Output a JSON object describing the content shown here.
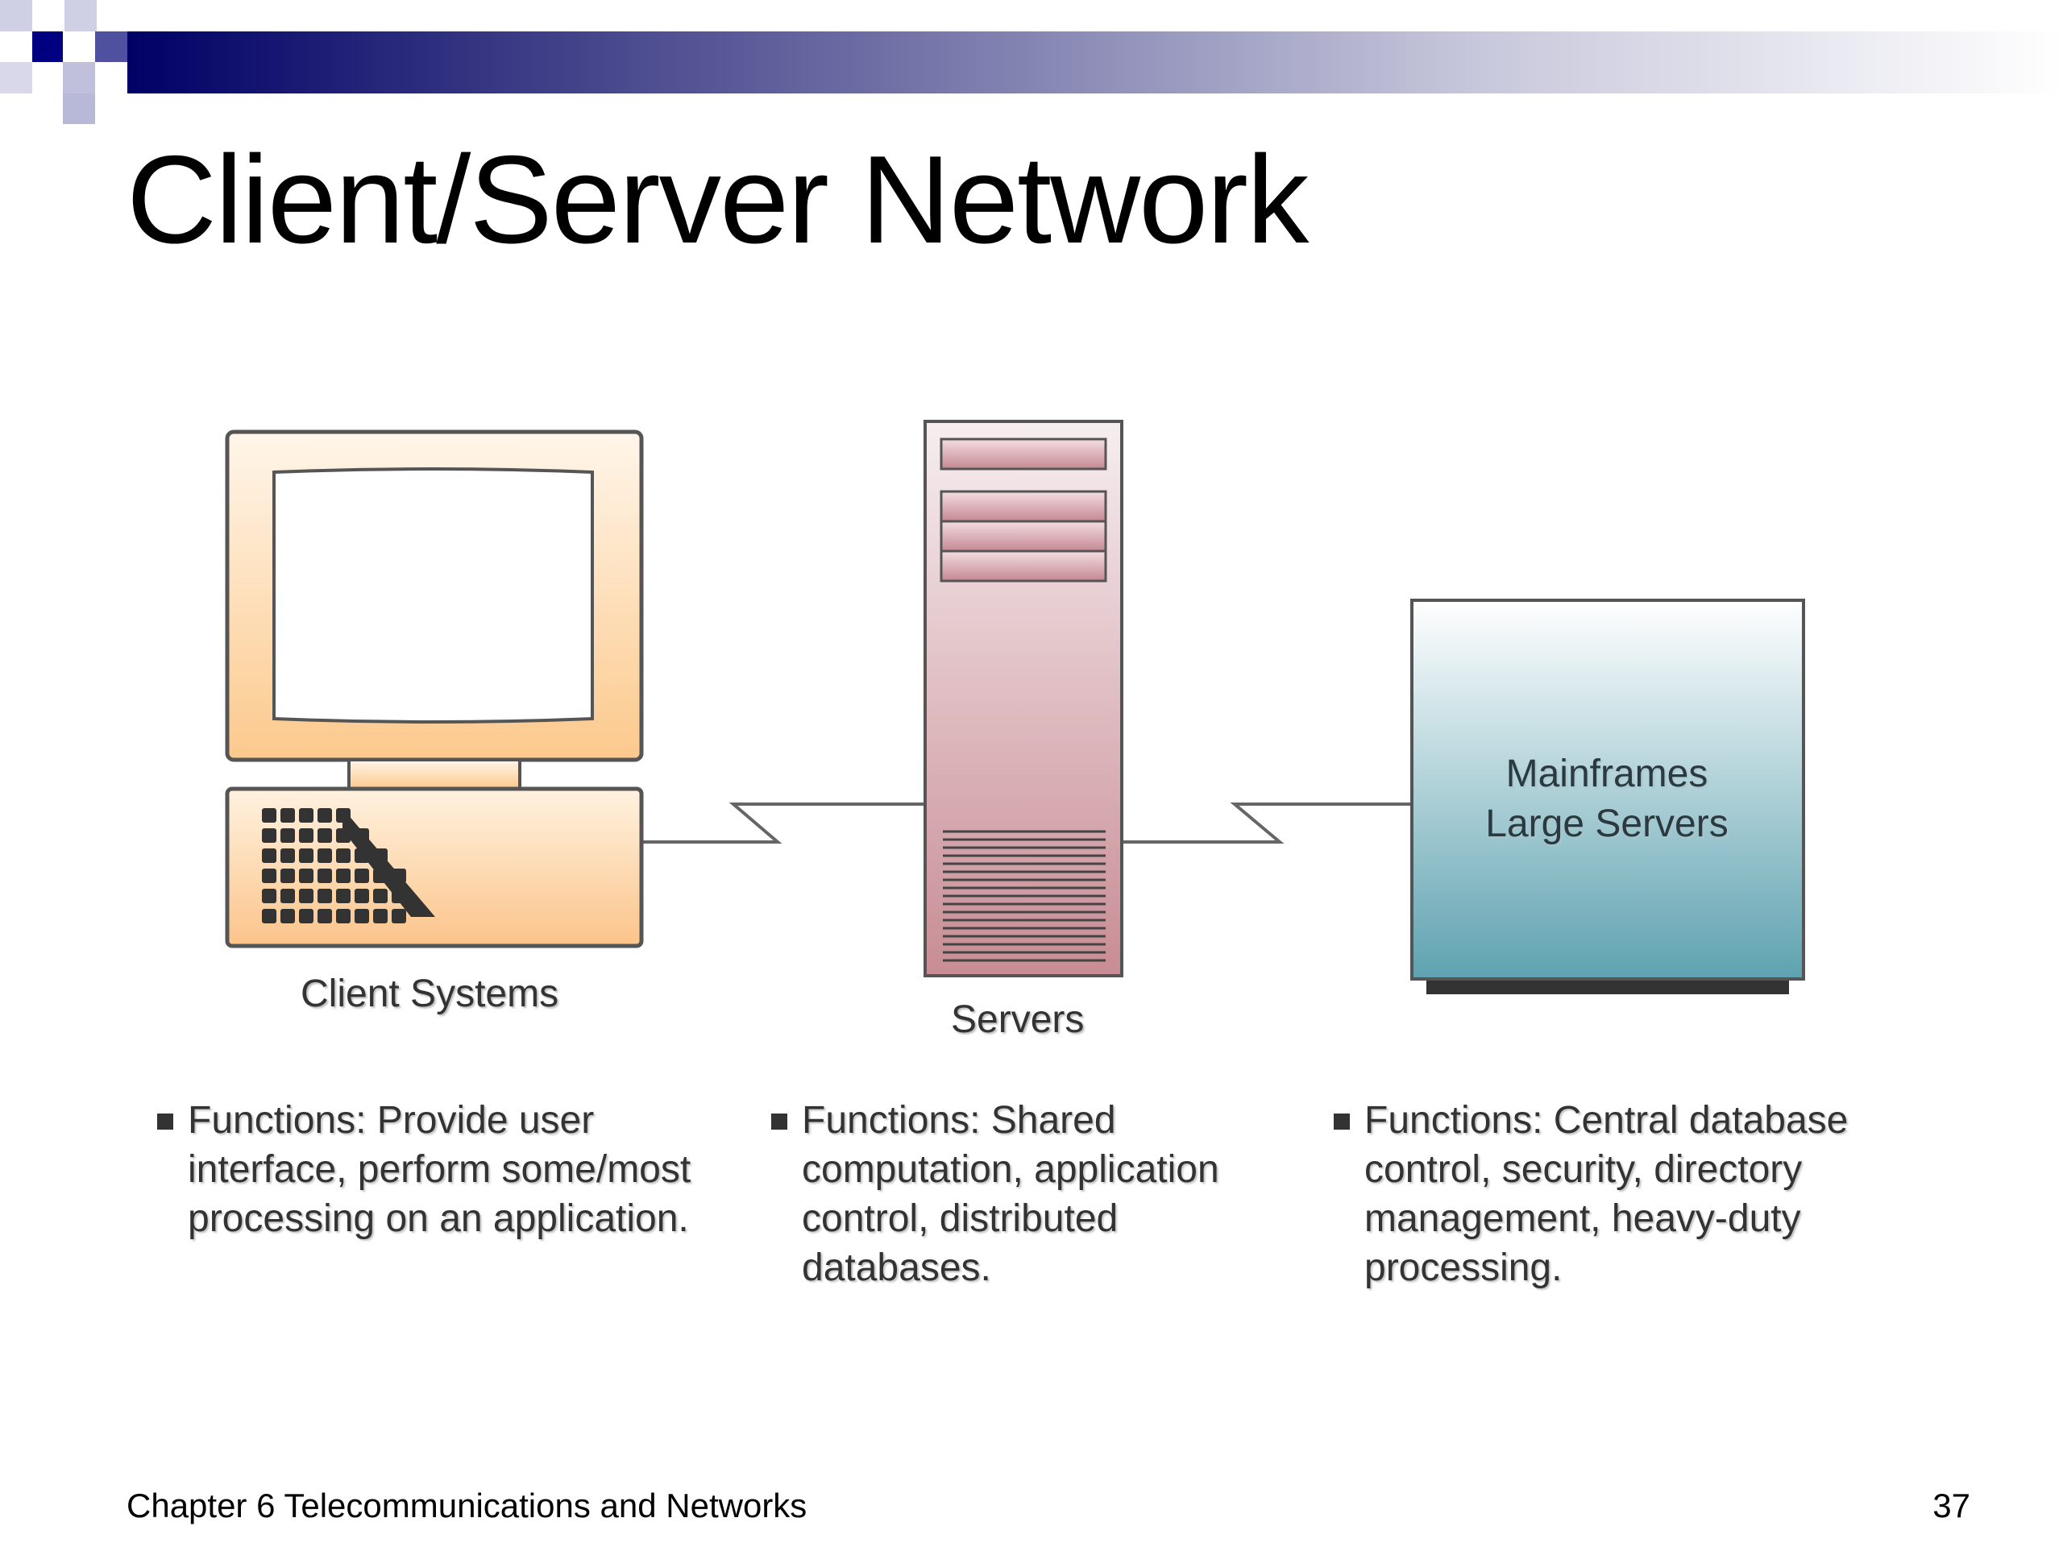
{
  "slide": {
    "title": "Client/Server Network",
    "footer_text": "Chapter 6 Telecommunications and Networks",
    "page_number": "37"
  },
  "diagram": {
    "nodes": {
      "client_label": "Client Systems",
      "server_label": "Servers",
      "mainframe_line1": "Mainframes",
      "mainframe_line2": "Large Servers"
    },
    "functions": [
      {
        "lines": [
          "Functions: Provide user",
          "interface, perform some/most",
          "processing on an application."
        ]
      },
      {
        "lines": [
          "Functions: Shared",
          "computation, application",
          "control, distributed",
          "databases."
        ]
      },
      {
        "lines": [
          "Functions: Central database",
          "control, security, directory",
          "management, heavy-duty",
          "processing."
        ]
      }
    ]
  },
  "colors": {
    "header_navy": "#000066",
    "client_orange": "#fcc98c",
    "server_rose": "#c88c94",
    "mainframe_teal": "#5ea2b0"
  }
}
